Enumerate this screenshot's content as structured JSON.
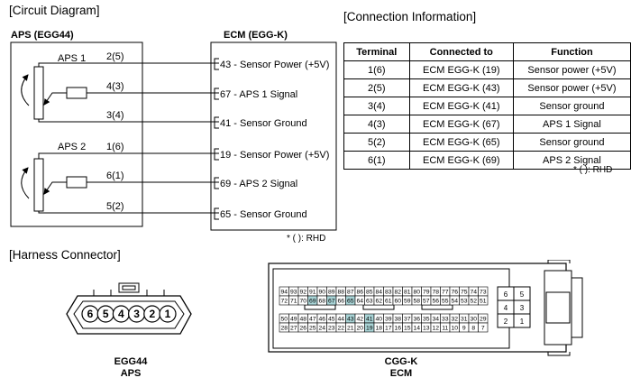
{
  "sections": {
    "circuit": "[Circuit Diagram]",
    "connection": "[Connection Information]",
    "harness": "[Harness Connector]"
  },
  "aps_box": {
    "title": "APS (EGG44)",
    "sensor1": "APS 1",
    "sensor2": "APS 2"
  },
  "ecm_box": {
    "title": "ECM (EGG-K)"
  },
  "wires": [
    {
      "aps_pin": "2(5)",
      "ecm_label": "43 - Sensor Power (+5V)"
    },
    {
      "aps_pin": "4(3)",
      "ecm_label": "67 - APS 1 Signal"
    },
    {
      "aps_pin": "3(4)",
      "ecm_label": "41 - Sensor Ground"
    },
    {
      "aps_pin": "1(6)",
      "ecm_label": "19 - Sensor Power  (+5V)"
    },
    {
      "aps_pin": "6(1)",
      "ecm_label": "69 - APS 2 Signal"
    },
    {
      "aps_pin": "5(2)",
      "ecm_label": "65 - Sensor Ground"
    }
  ],
  "rhd_note": "* ( ): RHD",
  "table": {
    "headers": [
      "Terminal",
      "Connected to",
      "Function"
    ],
    "rows": [
      [
        "1(6)",
        "ECM EGG-K (19)",
        "Sensor power (+5V)"
      ],
      [
        "2(5)",
        "ECM EGG-K (43)",
        "Sensor power (+5V)"
      ],
      [
        "3(4)",
        "ECM EGG-K (41)",
        "Sensor ground"
      ],
      [
        "4(3)",
        "ECM EGG-K (67)",
        "APS 1 Signal"
      ],
      [
        "5(2)",
        "ECM EGG-K (65)",
        "Sensor ground"
      ],
      [
        "6(1)",
        "ECM EGG-K (69)",
        "APS 2 Signal"
      ]
    ]
  },
  "connectors": {
    "egg44": {
      "name": "EGG44",
      "label": "APS",
      "pins": [
        "6",
        "5",
        "4",
        "3",
        "2",
        "1"
      ]
    },
    "cggk": {
      "name": "CGG-K",
      "label": "ECM",
      "row1": [
        "94",
        "93",
        "92",
        "91",
        "90",
        "89",
        "88",
        "87",
        "86",
        "85",
        "84",
        "83",
        "82",
        "81",
        "80",
        "79",
        "78",
        "77",
        "76",
        "75",
        "74",
        "73"
      ],
      "row2": [
        "72",
        "71",
        "70",
        "69",
        "68",
        "67",
        "66",
        "65",
        "64",
        "63",
        "62",
        "61",
        "60",
        "59",
        "58",
        "57",
        "56",
        "55",
        "54",
        "53",
        "52",
        "51"
      ],
      "row3": [
        "50",
        "49",
        "48",
        "47",
        "46",
        "45",
        "44",
        "43",
        "42",
        "41",
        "40",
        "39",
        "38",
        "37",
        "36",
        "35",
        "34",
        "33",
        "32",
        "31",
        "30",
        "29"
      ],
      "row4": [
        "28",
        "27",
        "26",
        "25",
        "24",
        "23",
        "22",
        "21",
        "20",
        "19",
        "18",
        "17",
        "16",
        "15",
        "14",
        "13",
        "12",
        "11",
        "10",
        "9",
        "8",
        "7"
      ],
      "side": [
        "6",
        "5",
        "4",
        "3",
        "2",
        "1"
      ],
      "highlighted": [
        "69",
        "67",
        "65",
        "43",
        "41",
        "19"
      ],
      "highlight_color": "#a9d4d6"
    }
  }
}
